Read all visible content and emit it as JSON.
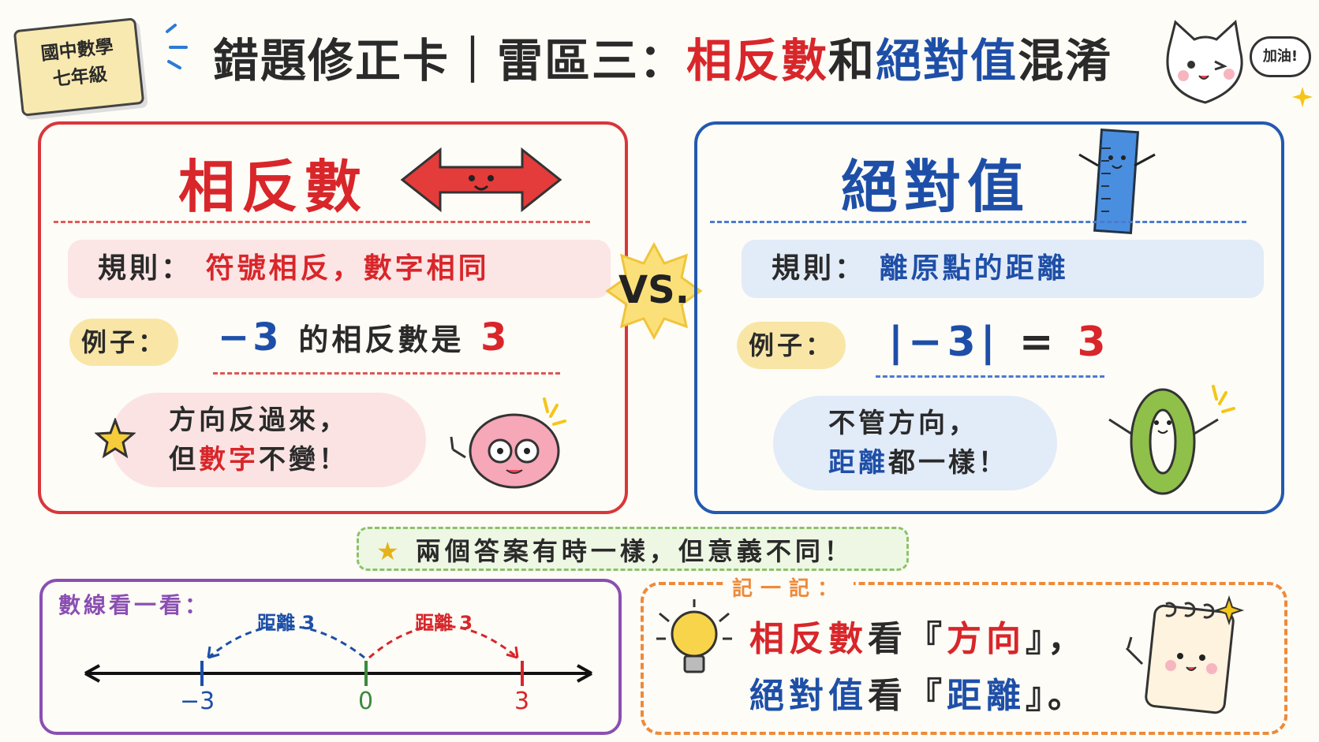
{
  "badge": {
    "line1": "國中數學",
    "line2": "七年級"
  },
  "title": {
    "prefix": "錯題修正卡｜雷區三：",
    "opposite": "相反數",
    "and": "和",
    "absolute": "絕對值",
    "suffix": "混淆"
  },
  "cat_bubble": "加油!",
  "left": {
    "heading": "相反數",
    "rule_label": "規則：",
    "rule_text": "符號相反，數字相同",
    "example_label": "例子：",
    "example_num": "−3",
    "example_mid": "的相反數是",
    "example_ans": "3",
    "bubble_line1": "方向反過來，",
    "bubble_line2_a": "但",
    "bubble_line2_b": "數字",
    "bubble_line2_c": "不變！"
  },
  "vs": "VS.",
  "right": {
    "heading": "絕對值",
    "rule_label": "規則：",
    "rule_text": "離原點的距離",
    "example_label": "例子：",
    "example_expr": "|−3|",
    "example_eq": "=",
    "example_ans": "3",
    "bubble_line1": "不管方向，",
    "bubble_line2_a": "距離",
    "bubble_line2_b": "都一樣！"
  },
  "note": "兩個答案有時一樣，但意義不同！",
  "numberline": {
    "title": "數線看一看：",
    "dist_left": "距離 3",
    "dist_right": "距離 3",
    "ticks": [
      "−3",
      "0",
      "3"
    ]
  },
  "remember": {
    "title": "記一記：",
    "line1_a": "相反數",
    "line1_b": "看『",
    "line1_c": "方向",
    "line1_d": "』，",
    "line2_a": "絕對值",
    "line2_b": "看『",
    "line2_c": "距離",
    "line2_d": "』。"
  },
  "colors": {
    "red": "#d8262a",
    "blue": "#1e4fa8",
    "purple": "#8a4fb2",
    "orange": "#ee8a3a",
    "green": "#3c8a3c"
  }
}
